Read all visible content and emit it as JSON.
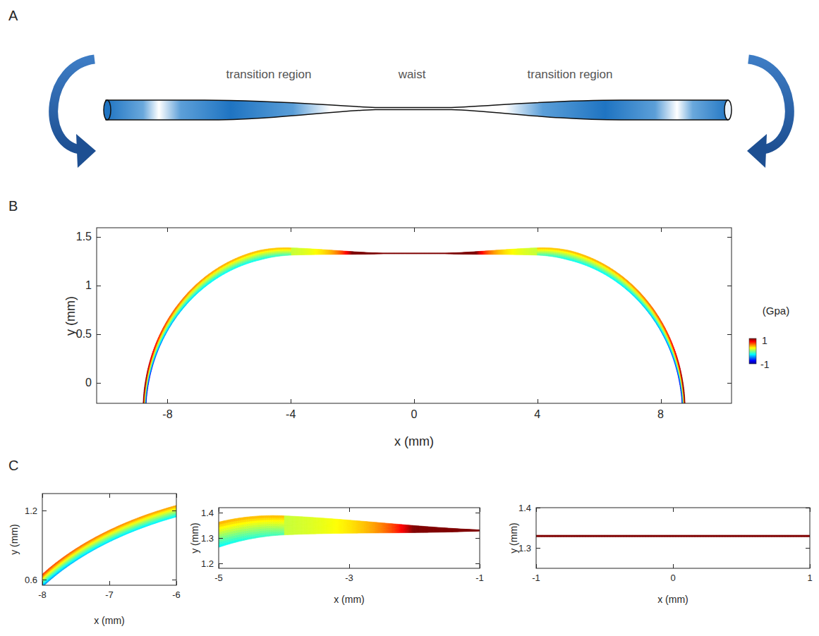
{
  "diagram": {
    "labels": [
      "A",
      "transition region",
      "waist",
      "transition region",
      "B",
      "1.5",
      "1",
      "0.5",
      "0",
      "y (mm)",
      "-8",
      "-4",
      "0",
      "4",
      "8",
      "x (mm)",
      "(Gpa)",
      "1",
      "-1",
      "C",
      "1.2",
      "0.6",
      "y (mm)",
      "-8",
      "-7",
      "-6",
      "x (mm)",
      "1.4",
      "1.3",
      "1.2",
      "y (mm)",
      "-5",
      "-3",
      "-1",
      "x (mm)",
      "1.4",
      "1.3",
      "y (mm)",
      "-1",
      "0",
      "1",
      "x (mm)"
    ]
  }
}
